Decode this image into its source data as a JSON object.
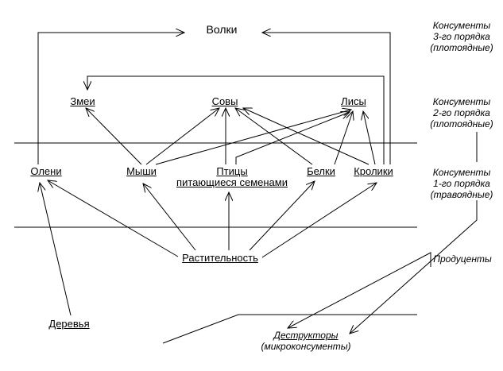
{
  "diagram": {
    "nodes": {
      "wolves": "Волки",
      "snakes": "Змеи",
      "owls": "Совы",
      "foxes": "Лисы",
      "deer": "Олени",
      "mice": "Мыши",
      "birds_line1": "Птицы",
      "birds_line2": "питающиеся семенами",
      "squirrels": "Белки",
      "rabbits": "Кролики",
      "vegetation": "Растительность",
      "trees": "Деревья",
      "decomposers_line1": "Деструкторы",
      "decomposers_line2": "(микроконсументы)"
    },
    "levels": {
      "c3": [
        "Консументы",
        "3-го порядка",
        "(плотоядные)"
      ],
      "c2": [
        "Консументы",
        "2-го порядка",
        "(плотоядные)"
      ],
      "c1": [
        "Консументы",
        "1-го порядка",
        "(травоядные)"
      ],
      "producers": "Продуценты"
    },
    "links": [
      [
        "deer",
        "wolves"
      ],
      [
        "rabbits",
        "wolves"
      ],
      [
        "rabbits",
        "snakes"
      ],
      [
        "mice",
        "snakes"
      ],
      [
        "mice",
        "owls"
      ],
      [
        "mice",
        "foxes"
      ],
      [
        "birds",
        "owls"
      ],
      [
        "birds",
        "foxes"
      ],
      [
        "squirrels",
        "owls"
      ],
      [
        "squirrels",
        "foxes"
      ],
      [
        "rabbits",
        "owls"
      ],
      [
        "rabbits",
        "foxes"
      ],
      [
        "vegetation",
        "deer"
      ],
      [
        "vegetation",
        "mice"
      ],
      [
        "vegetation",
        "birds"
      ],
      [
        "vegetation",
        "squirrels"
      ],
      [
        "vegetation",
        "rabbits"
      ],
      [
        "trees",
        "deer"
      ],
      [
        "c1",
        "decomposers"
      ],
      [
        "producers",
        "decomposers"
      ]
    ]
  }
}
